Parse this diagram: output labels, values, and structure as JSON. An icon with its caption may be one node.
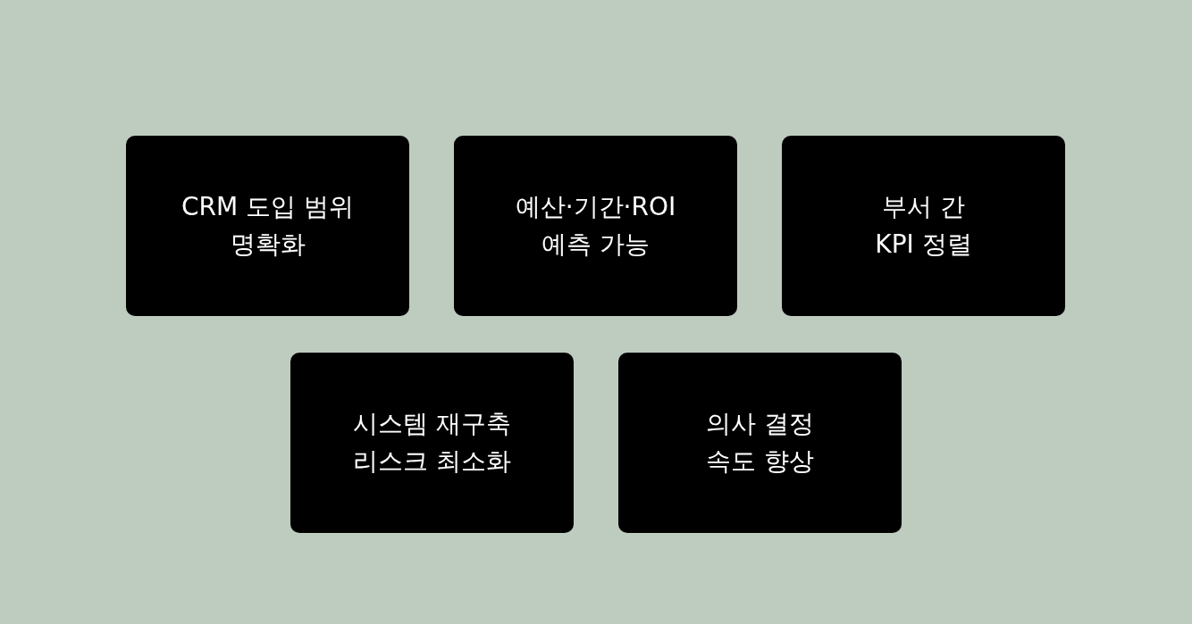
{
  "diagram": {
    "nodes": [
      {
        "text": [
          "CRM 도입 범위 명확화"
        ]
      },
      {
        "text": [
          "예산·기간·ROI 예측 가능"
        ]
      },
      {
        "text": [
          "부서 간 KPI 정렬"
        ]
      },
      {
        "text": [
          "시스템 재구축 리스크 최소화"
        ]
      },
      {
        "text": [
          "의사 결정 속도 향상"
        ]
      }
    ]
  }
}
